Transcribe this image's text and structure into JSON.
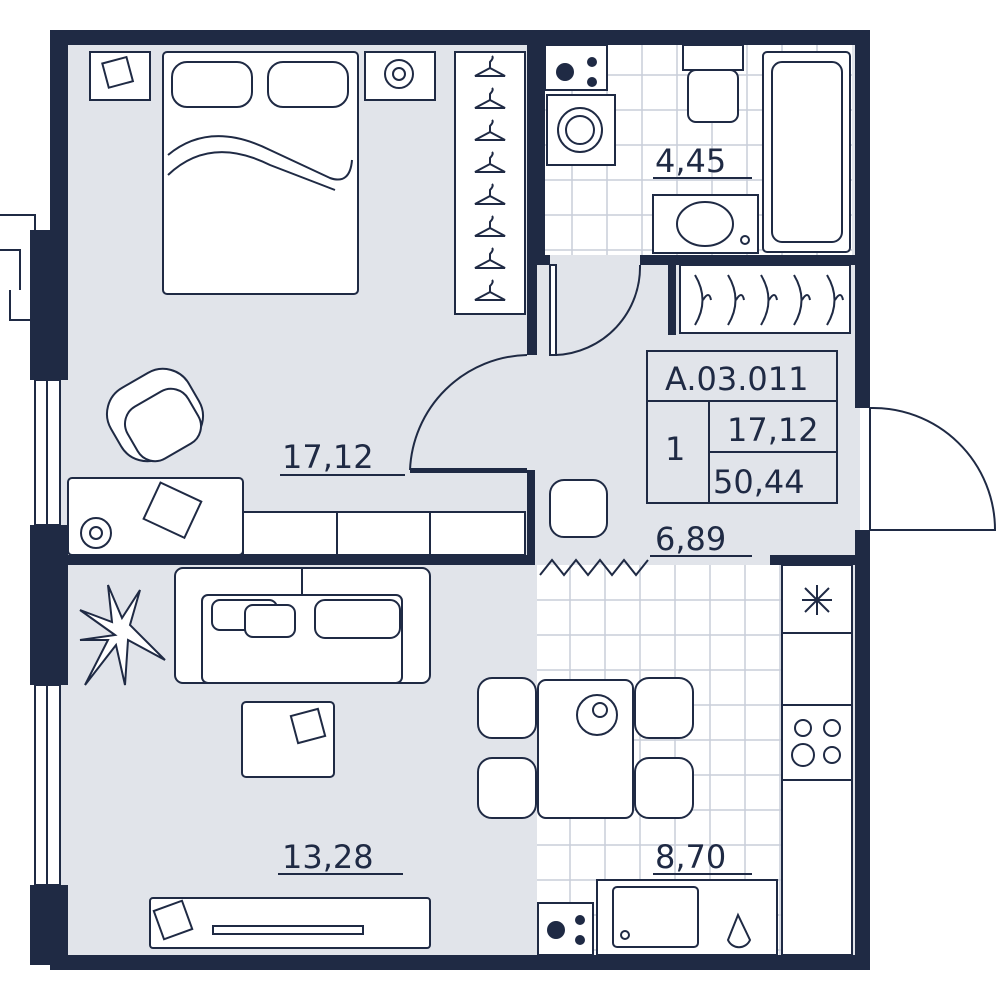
{
  "plan": {
    "apartment_id": "A.03.011",
    "rooms_count": "1",
    "living_area": "17,12",
    "total_area": "50,44",
    "colors": {
      "wall": "#1f2a44",
      "floor": "#e1e4ea",
      "tile": "#ffffff"
    }
  },
  "rooms": {
    "bedroom": "17,12",
    "bathroom": "4,45",
    "hallway": "6,89",
    "living": "13,28",
    "kitchen": "8,70"
  }
}
